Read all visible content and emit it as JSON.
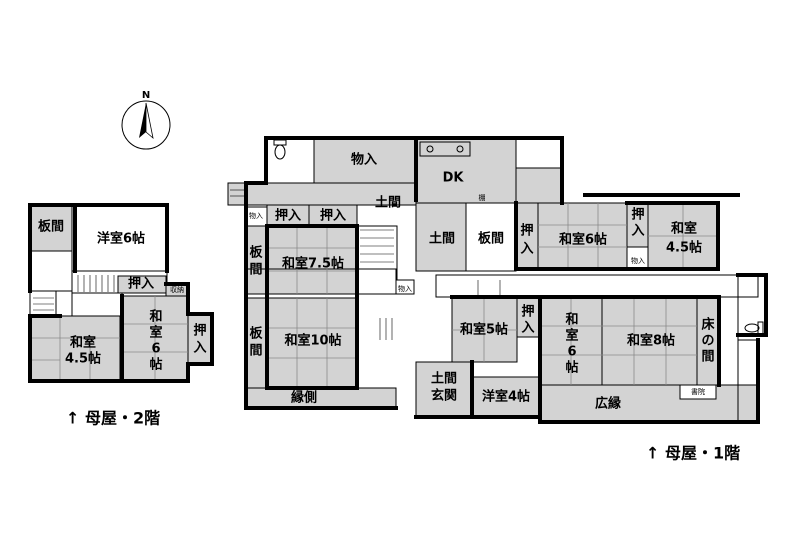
{
  "compass": {
    "letter": "N"
  },
  "second_floor": {
    "caption": "↑ 母屋・2階",
    "rooms": {
      "itama": "板間",
      "youshitsu6": "洋室6帖",
      "oshiire": "押入",
      "shuno": "収納",
      "washitsu45_a": "和室",
      "washitsu45_b": "4.5帖",
      "washitsu6_a": "和",
      "washitsu6_b": "室",
      "washitsu6_c": "6",
      "washitsu6_d": "帖",
      "oshiire_side_a": "押",
      "oshiire_side_b": "入"
    }
  },
  "first_floor": {
    "caption": "↑ 母屋・1階",
    "rooms": {
      "mono_iri": "物入",
      "dk": "DK",
      "doma_top": "土間",
      "tana": "棚",
      "butsu_small1": "物入",
      "oshiire1": "押入",
      "oshiire2": "押入",
      "washitsu75": "和室7.5帖",
      "itama_a_1": "板",
      "itama_a_2": "間",
      "doma_mid": "土間",
      "itama_mid": "板間",
      "oshiire_v_a": "押",
      "oshiire_v_b": "入",
      "washitsu6h": "和室6帖",
      "oshiire_r_a": "押",
      "oshiire_r_b": "入",
      "washitsu45_a": "和室",
      "washitsu45_b": "4.5帖",
      "butsu_small2": "物入",
      "butsu_small3": "物入",
      "itama_b_1": "板",
      "itama_b_2": "間",
      "washitsu10": "和室10帖",
      "washitsu5": "和室5帖",
      "oshiire_m_a": "押",
      "oshiire_m_b": "入",
      "washitsu6v_a": "和",
      "washitsu6v_b": "室",
      "washitsu6v_c": "6",
      "washitsu6v_d": "帖",
      "washitsu8": "和室8帖",
      "tokonoma_a": "床",
      "tokonoma_b": "の",
      "tokonoma_c": "間",
      "engawa": "縁側",
      "doma_genkan_a": "土間",
      "doma_genkan_b": "玄関",
      "youshitsu4": "洋室4帖",
      "hiroen": "広縁",
      "shoin": "書院"
    }
  }
}
